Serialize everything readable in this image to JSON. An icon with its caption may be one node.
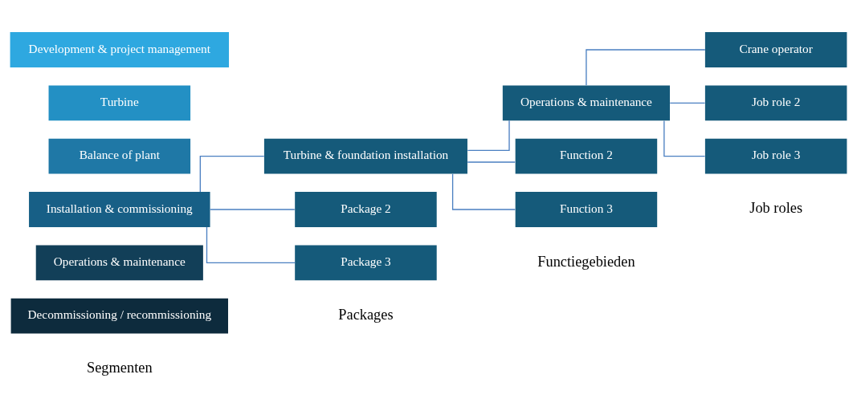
{
  "diagram": {
    "nodes": [
      {
        "text": [
          "Development & project management"
        ]
      },
      {
        "text": [
          "Turbine"
        ]
      },
      {
        "text": [
          "Balance of plant"
        ]
      },
      {
        "text": [
          "Installation & commissioning"
        ]
      },
      {
        "text": [
          "Operations & maintenance"
        ]
      },
      {
        "text": [
          "Decommissioning / recommissioning"
        ]
      },
      {
        "text": [
          "Turbine & foundation installation"
        ]
      },
      {
        "text": [
          "Package 2"
        ]
      },
      {
        "text": [
          "Package 3"
        ]
      },
      {
        "text": [
          "Operations & maintenance"
        ]
      },
      {
        "text": [
          "Function 2"
        ]
      },
      {
        "text": [
          "Function 3"
        ]
      },
      {
        "text": [
          "Crane operator"
        ]
      },
      {
        "text": [
          "Job role 2"
        ]
      },
      {
        "text": [
          "Job role 3"
        ]
      }
    ],
    "edges": [
      {
        "from": 3,
        "to": 6,
        "arrow": "none"
      },
      {
        "from": 3,
        "to": 7,
        "arrow": "none"
      },
      {
        "from": 3,
        "to": 8,
        "arrow": "none"
      },
      {
        "from": 6,
        "to": 9,
        "arrow": "none"
      },
      {
        "from": 6,
        "to": 10,
        "arrow": "none"
      },
      {
        "from": 6,
        "to": 11,
        "arrow": "none"
      },
      {
        "from": 9,
        "to": 12,
        "arrow": "none"
      },
      {
        "from": 9,
        "to": 13,
        "arrow": "none"
      },
      {
        "from": 9,
        "to": 14,
        "arrow": "none"
      }
    ],
    "labels": [
      "Segmenten",
      "Packages",
      "Functiegebieden",
      "Job roles"
    ]
  }
}
